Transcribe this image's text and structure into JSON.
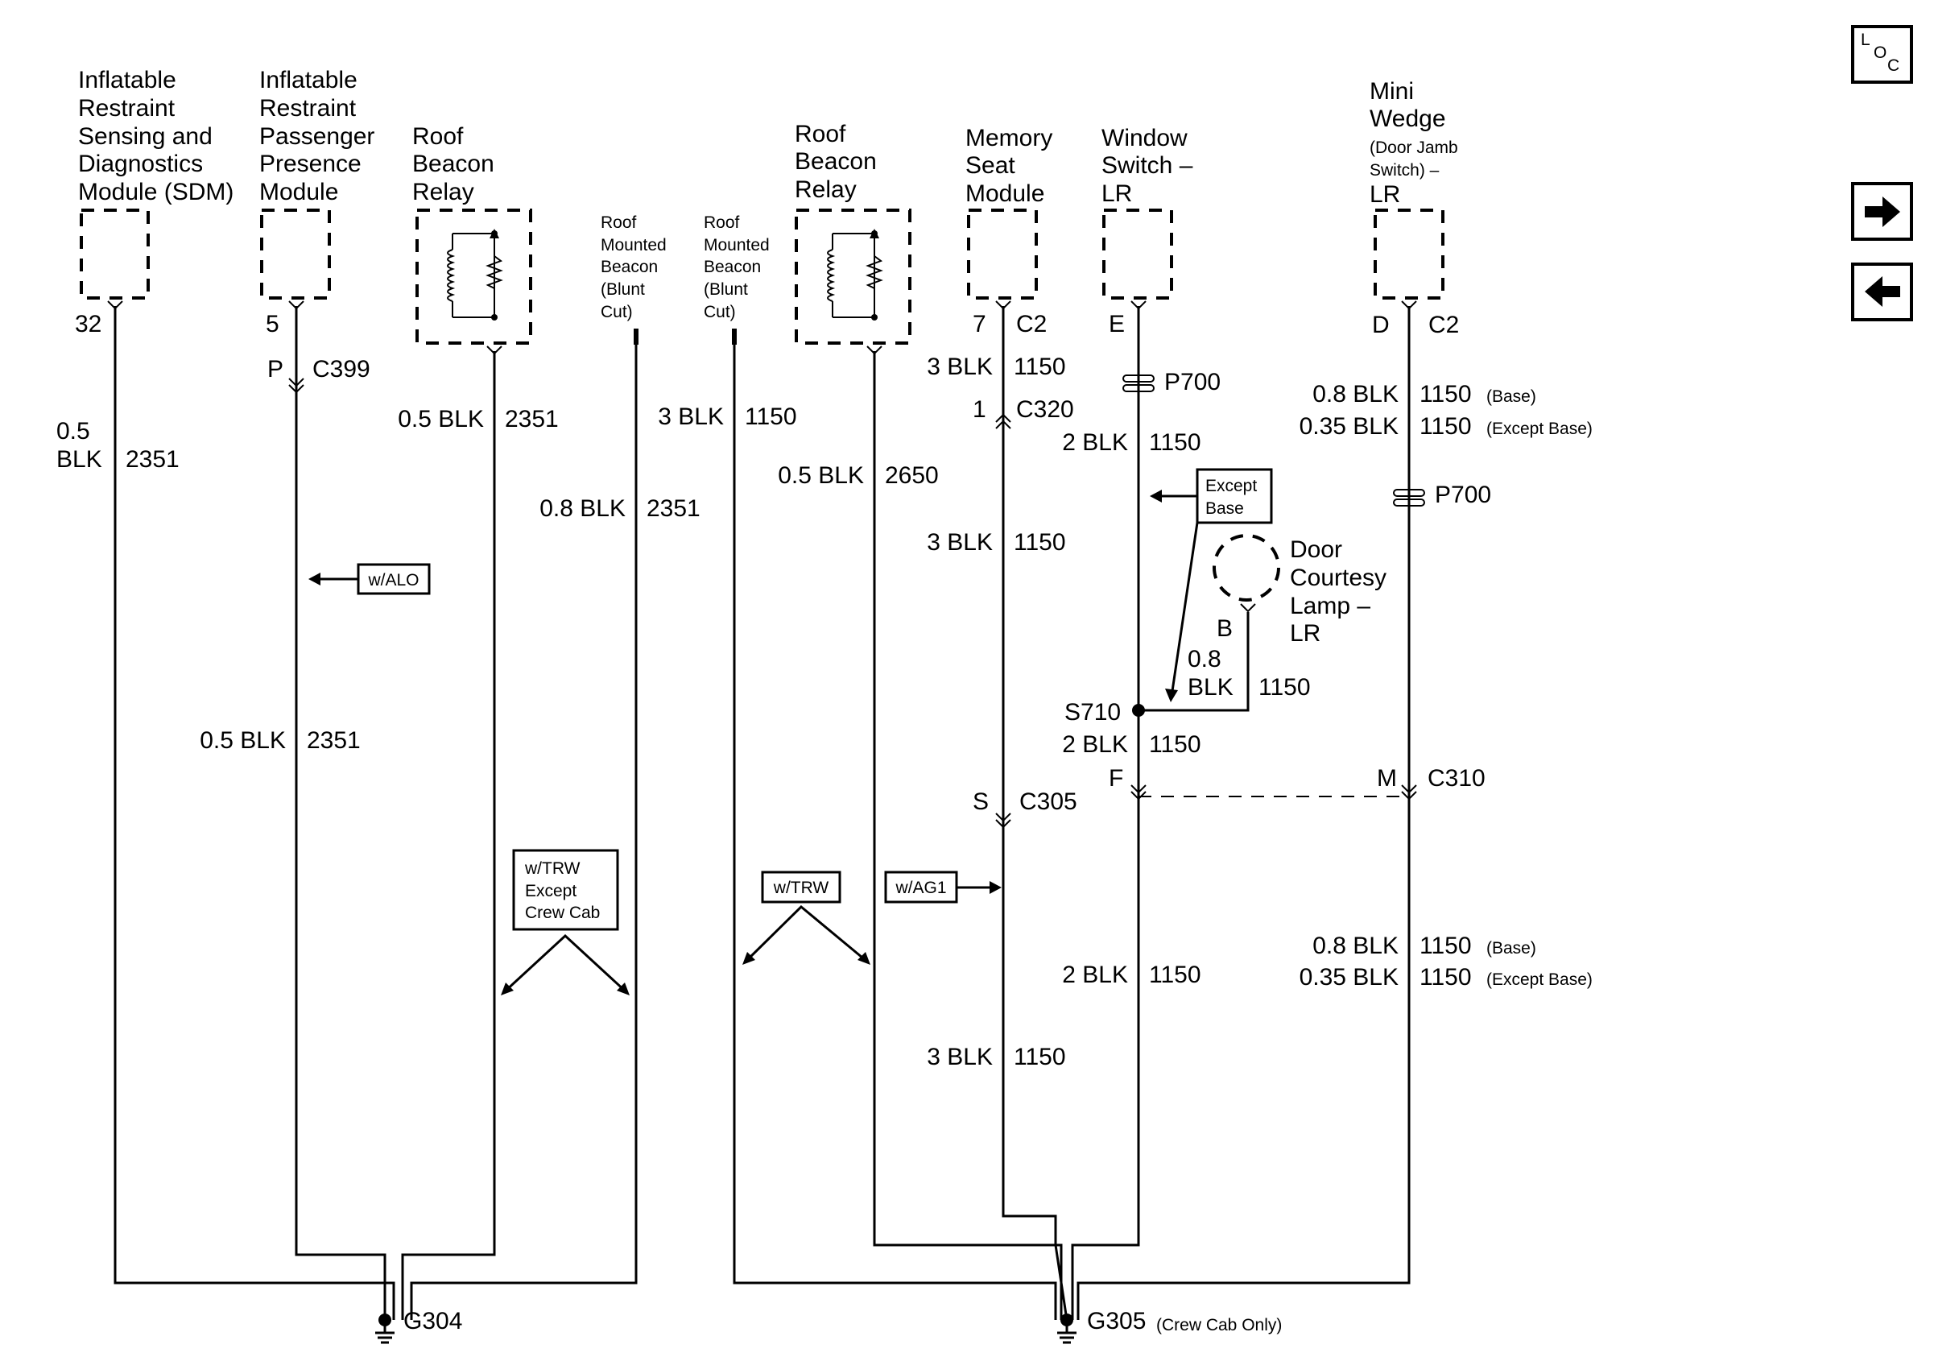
{
  "components": {
    "sdm": {
      "lines": [
        "Inflatable",
        "Restraint",
        "Sensing and",
        "Diagnostics",
        "Module (SDM)"
      ],
      "pin": "32"
    },
    "ppm": {
      "lines": [
        "Inflatable",
        "Restraint",
        "Passenger",
        "Presence",
        "Module"
      ],
      "pin": "5"
    },
    "relay1": {
      "lines": [
        "Roof",
        "Beacon",
        "Relay"
      ]
    },
    "beacon1": {
      "lines": [
        "Roof",
        "Mounted",
        "Beacon",
        "(Blunt",
        "Cut)"
      ]
    },
    "beacon2": {
      "lines": [
        "Roof",
        "Mounted",
        "Beacon",
        "(Blunt",
        "Cut)"
      ]
    },
    "relay2": {
      "lines": [
        "Roof",
        "Beacon",
        "Relay"
      ]
    },
    "memory_seat": {
      "lines": [
        "Memory",
        "Seat",
        "Module"
      ],
      "pin": "7",
      "connector": "C2"
    },
    "window_switch": {
      "lines": [
        "Window",
        "Switch –",
        "LR"
      ],
      "pin": "E"
    },
    "mini_wedge": {
      "lines_big": [
        "Mini",
        "Wedge"
      ],
      "lines_small": [
        "(Door Jamb",
        "Switch) –"
      ],
      "line_last": "LR",
      "pin": "D",
      "connector": "C2"
    },
    "courtesy_lamp": {
      "lines": [
        "Door",
        "Courtesy",
        "Lamp –",
        "LR"
      ],
      "pin": "B"
    }
  },
  "connectors": {
    "c399": {
      "pin": "P",
      "name": "C399"
    },
    "c320": {
      "pin": "1",
      "name": "C320"
    },
    "c305": {
      "pin": "S",
      "name": "C305"
    },
    "c310_f": {
      "pin": "F"
    },
    "c310": {
      "pin": "M",
      "name": "C310"
    },
    "p700": "P700",
    "s710": "S710"
  },
  "wires": {
    "sdm": {
      "gauge_top": "0.5",
      "gauge_bottom": "BLK",
      "circuit": "2351"
    },
    "ppm": {
      "label": "0.5 BLK",
      "circuit": "2351"
    },
    "relay1": {
      "label": "0.5 BLK",
      "circuit": "2351"
    },
    "beacon1": {
      "label": "0.8 BLK",
      "circuit": "2351"
    },
    "beacon2": {
      "label": "3 BLK",
      "circuit": "1150"
    },
    "relay2": {
      "label": "0.5 BLK",
      "circuit": "2650"
    },
    "memory_top": {
      "label": "3 BLK",
      "circuit": "1150"
    },
    "memory_mid": {
      "label": "3 BLK",
      "circuit": "1150"
    },
    "memory_bot": {
      "label": "3 BLK",
      "circuit": "1150"
    },
    "window_top": {
      "label": "2 BLK",
      "circuit": "1150"
    },
    "window_mid": {
      "label": "2 BLK",
      "circuit": "1150"
    },
    "window_bot": {
      "label": "2 BLK",
      "circuit": "1150"
    },
    "lamp": {
      "gauge_top": "0.8",
      "gauge_bottom": "BLK",
      "circuit": "1150"
    },
    "wedge_top_1": {
      "label": "0.8 BLK",
      "circuit": "1150",
      "note": "(Base)"
    },
    "wedge_top_2": {
      "label": "0.35 BLK",
      "circuit": "1150",
      "note": "(Except Base)"
    },
    "wedge_bot_1": {
      "label": "0.8 BLK",
      "circuit": "1150",
      "note": "(Base)"
    },
    "wedge_bot_2": {
      "label": "0.35 BLK",
      "circuit": "1150",
      "note": "(Except Base)"
    }
  },
  "options": {
    "w_alo": "w/ALO",
    "w_trw_except": [
      "w/TRW",
      "Except",
      "Crew Cab"
    ],
    "w_trw": "w/TRW",
    "w_ag1": "w/AG1",
    "except_base": [
      "Except",
      "Base"
    ]
  },
  "grounds": {
    "g304": {
      "name": "G304"
    },
    "g305": {
      "name": "G305",
      "note": "(Crew Cab Only)"
    }
  },
  "nav": {
    "loc": [
      "L",
      "O",
      "C"
    ]
  }
}
